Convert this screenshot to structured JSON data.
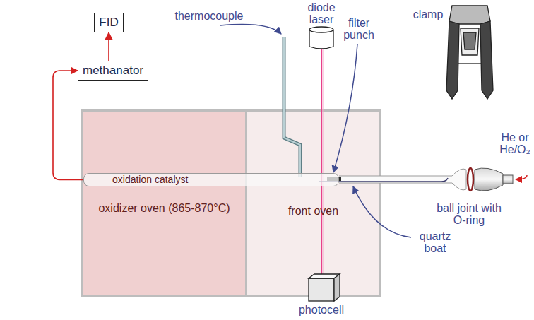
{
  "diagram": {
    "nodes": [
      {
        "text": [
          "FID"
        ]
      },
      {
        "text": [
          "methanator"
        ]
      },
      {
        "text": [
          "oxidizer oven (865-870°C)"
        ]
      },
      {
        "text": [
          "front oven"
        ]
      },
      {
        "text": [
          "oxidation catalyst"
        ]
      }
    ],
    "edges": [
      {
        "from": 4,
        "to": 1,
        "arrow": "to"
      },
      {
        "from": 1,
        "to": 0,
        "arrow": "to"
      }
    ],
    "labels": [
      "diode laser",
      "thermocouple",
      "filter punch",
      "clamp",
      "He or He/O₂",
      "ball joint with O-ring",
      "quartz boat",
      "photocell"
    ]
  }
}
